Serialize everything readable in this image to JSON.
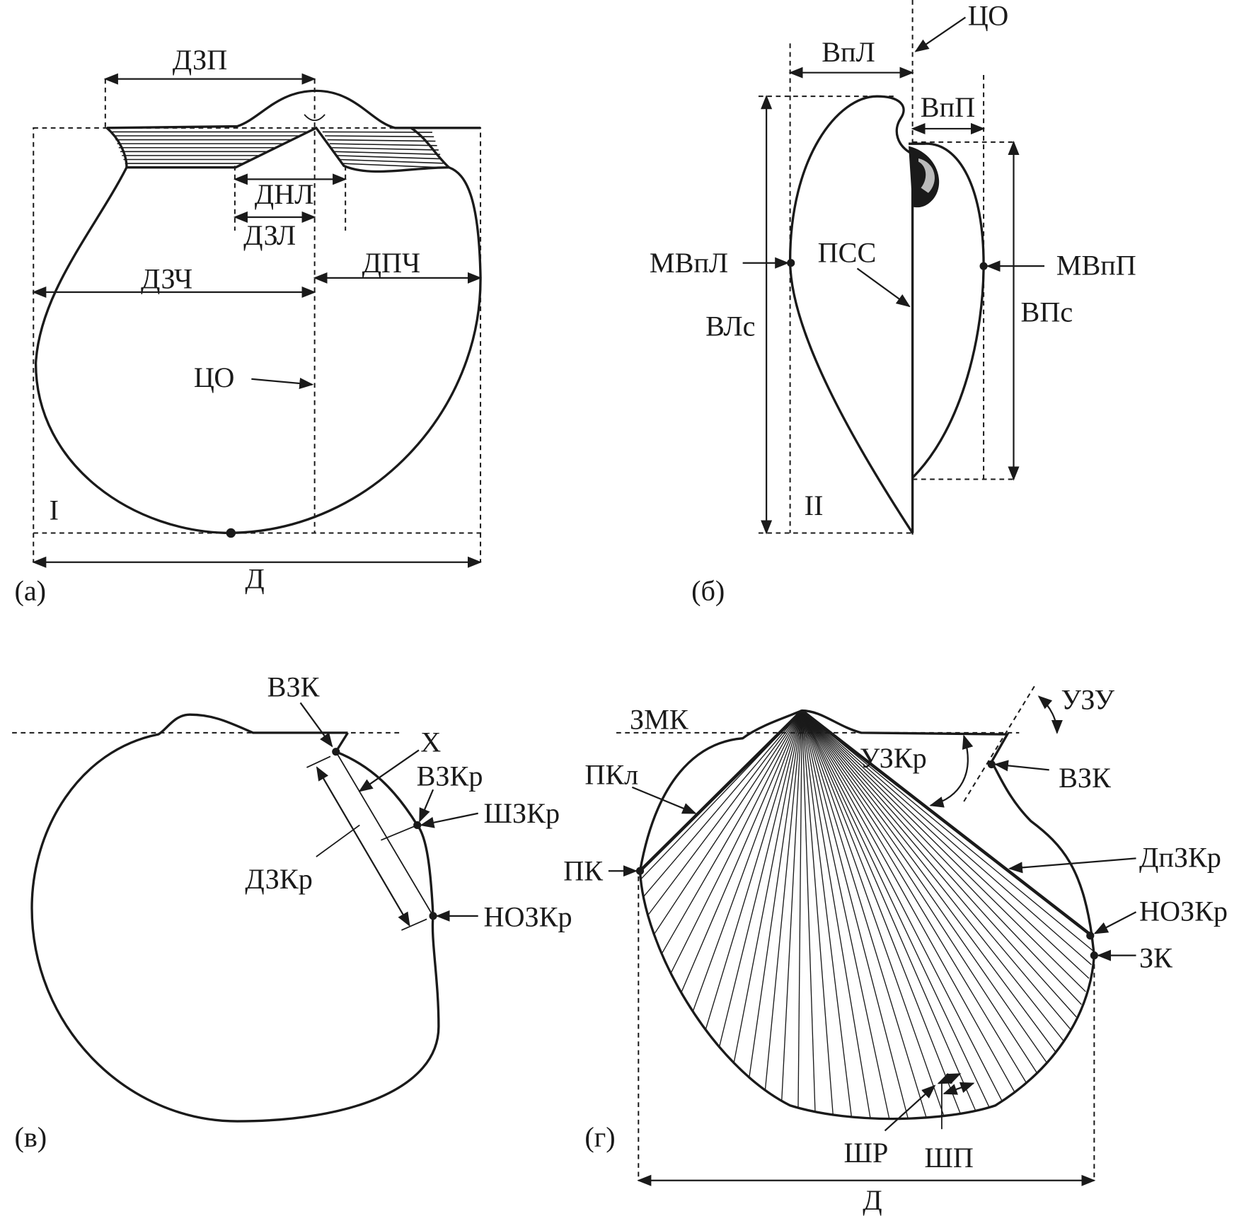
{
  "panel_a": {
    "label": "(а)",
    "roman": "I",
    "dims": {
      "dzp": "ДЗП",
      "dnl": "ДНЛ",
      "dzl": "ДЗЛ",
      "dzch": "ДЗЧ",
      "dpch": "ДПЧ",
      "co": "ЦО",
      "d": "Д"
    }
  },
  "panel_b": {
    "label": "(б)",
    "roman": "II",
    "dims": {
      "vpl": "ВпЛ",
      "co": "ЦО",
      "vpp": "ВпП",
      "mvpl": "МВпЛ",
      "pss": "ПСС",
      "mvpp": "МВпП",
      "vls": "ВЛс",
      "vps": "ВПс"
    }
  },
  "panel_c": {
    "label": "(в)",
    "dims": {
      "vzk": "ВЗК",
      "x": "Х",
      "vzkr": "ВЗКр",
      "shzkr": "ШЗКр",
      "dzkr": "ДЗКр",
      "nozkr": "НОЗКр"
    }
  },
  "panel_d": {
    "label": "(г)",
    "dims": {
      "zmk": "ЗМК",
      "uzu": "УЗУ",
      "pkl": "ПКл",
      "uzkr": "УЗКр",
      "vzk": "ВЗК",
      "pk": "ПК",
      "dpzkr": "ДпЗКр",
      "nozkr": "НОЗКр",
      "zk": "ЗК",
      "shr": "ШР",
      "shp": "ШП",
      "d": "Д"
    }
  }
}
